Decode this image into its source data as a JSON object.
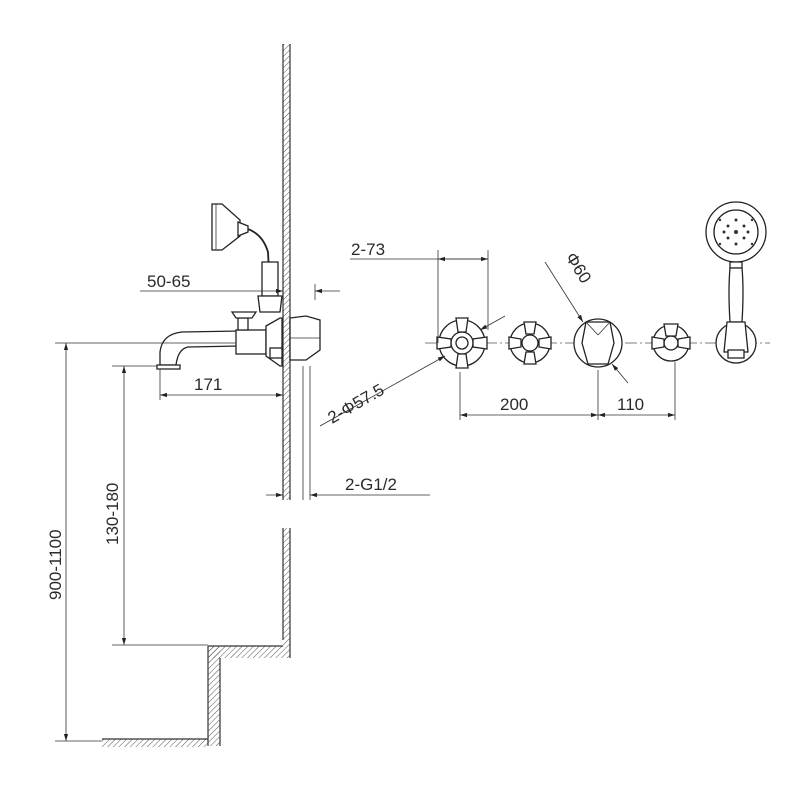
{
  "dimensions": {
    "handshower_to_wall": "50-65",
    "spout_projection": "171",
    "valve_spacing_label": "2-73",
    "escutcheon_diameter": "2-Φ57.5",
    "diverter_diameter": "Φ60",
    "spacing_valve_to_diverter": "200",
    "spacing_diverter_to_handle": "110",
    "connection_thread": "2-G1/2",
    "spout_to_bath_rim": "130-180",
    "install_height": "900-1100"
  }
}
